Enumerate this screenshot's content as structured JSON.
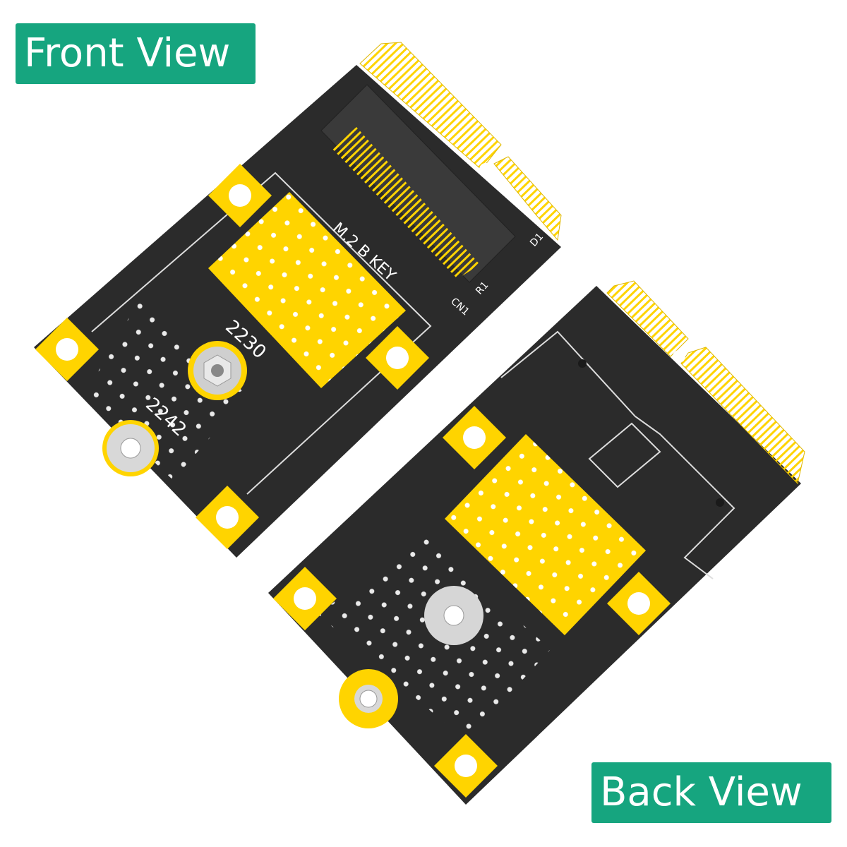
{
  "labels": {
    "front": "Front View",
    "back": "Back View"
  },
  "front_board": {
    "connector_label": "M.2 B KEY",
    "connector_ref": "CN1",
    "resistor_ref": "R1",
    "led_ref": "D1",
    "size_2230": "2230",
    "size_2242": "2242"
  },
  "colors": {
    "label_bg": "#16a57f",
    "pcb": "#2b2b2b",
    "gold": "#ffd400",
    "washer": "#d8d8d8"
  }
}
